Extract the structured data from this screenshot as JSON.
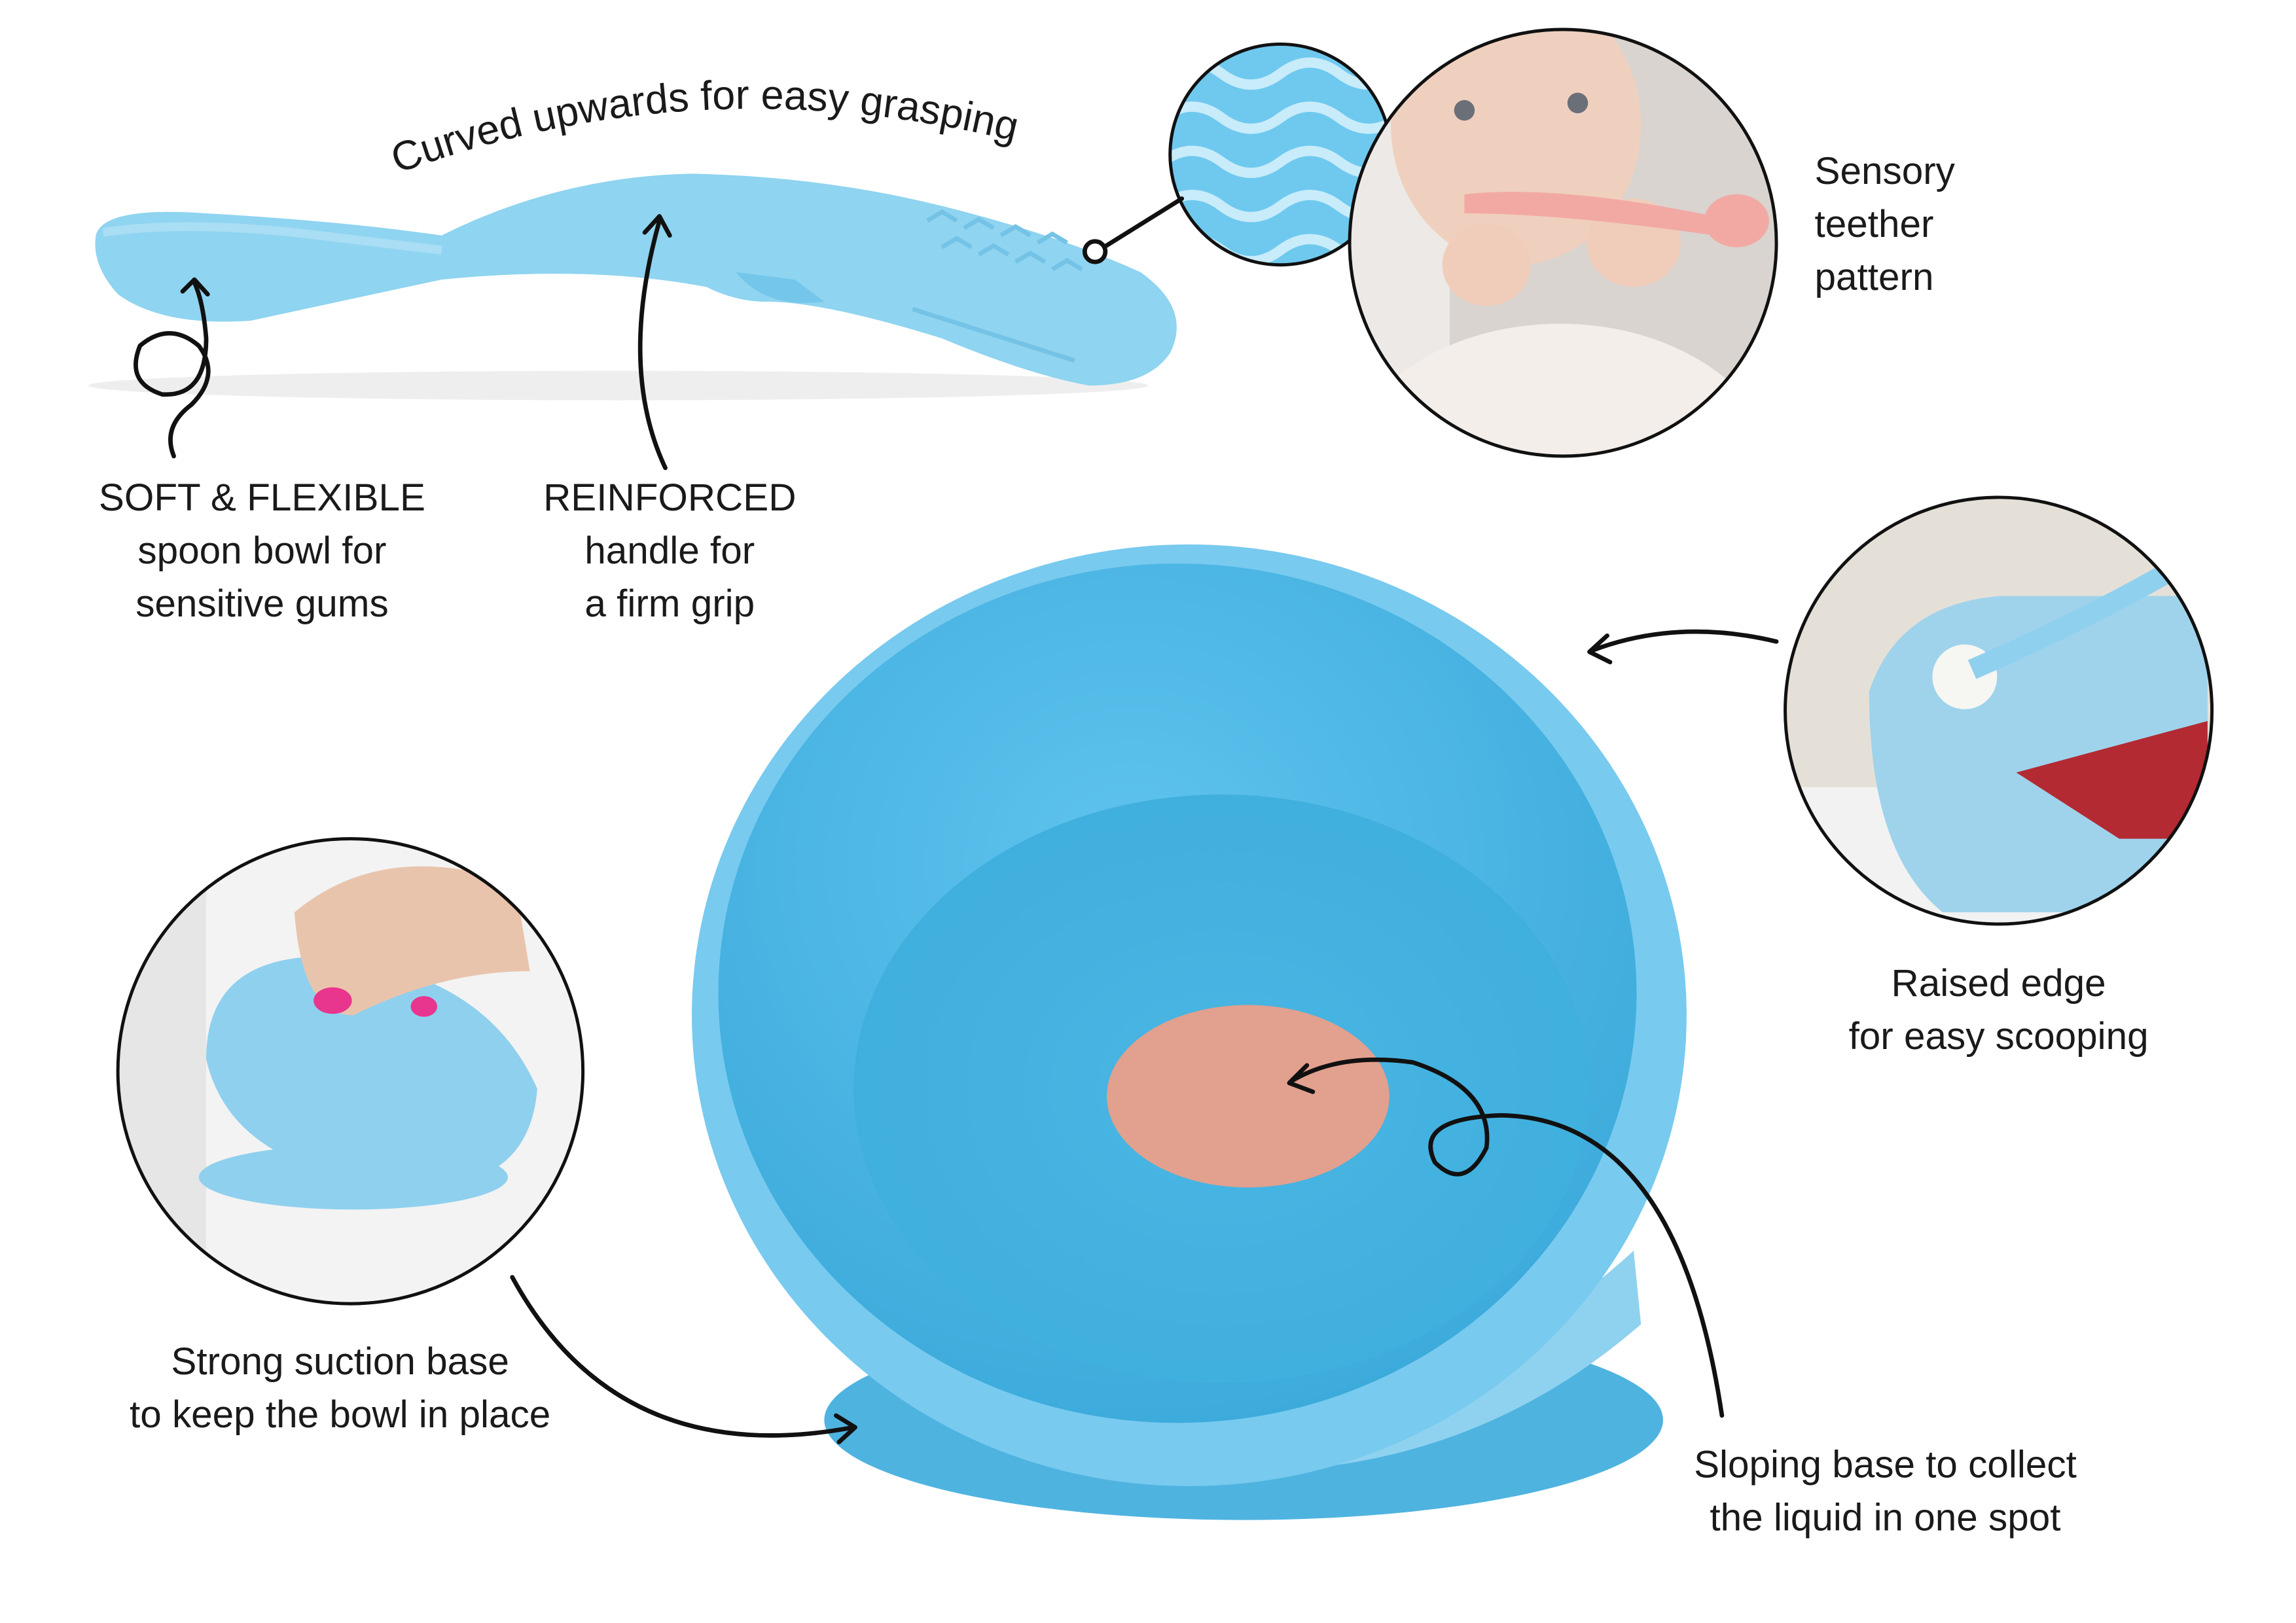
{
  "headline": "Curved upwards for easy grasping",
  "features": {
    "soft_flexible": [
      "SOFT & FLEXIBLE",
      "spoon bowl for",
      "sensitive gums"
    ],
    "reinforced": [
      "REINFORCED",
      "handle for",
      "a firm grip"
    ],
    "sensory": [
      "Sensory",
      "teether",
      "pattern"
    ],
    "raised_edge": [
      "Raised edge",
      "for easy scooping"
    ],
    "suction": [
      "Strong suction base",
      "to keep the bowl in place"
    ],
    "sloping": [
      "Sloping base to collect",
      "the liquid in one spot"
    ]
  },
  "colors": {
    "silicone_blue": "#5cc0ea",
    "silicone_light": "#8fd4f0",
    "puddle_pink": "#e2a08e",
    "spoon_pink": "#f2a9a4"
  }
}
